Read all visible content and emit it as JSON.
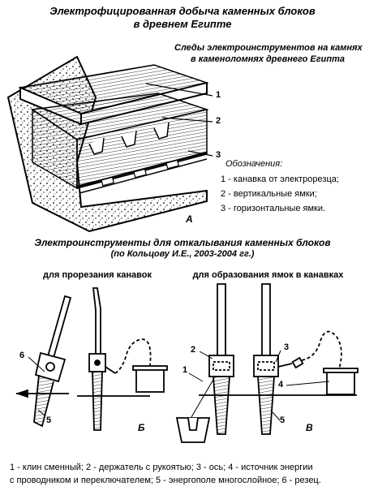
{
  "title_line1": "Электрофицированная добыча каменных блоков",
  "title_line2": "в древнем Египте",
  "figA": {
    "caption_line1": "Следы электроинструментов на камнях",
    "caption_line2": "в каменоломнях древнего Египта",
    "callouts": [
      "1",
      "2",
      "3"
    ],
    "legend_title": "Обозначения:",
    "legend_items": [
      "1 - канавка от электрорезца;",
      "2 - вертикальные ямки;",
      "3 - горизонтальные ямки."
    ],
    "letter": "А"
  },
  "section2": {
    "title": "Электроинструменты для откалывания каменных блоков",
    "subtitle": "(по Кольцову И.Е., 2003-2004 гг.)",
    "left_label": "для прорезания канавок",
    "right_label": "для образования ямок в канавках",
    "letter_b": "Б",
    "letter_v": "В",
    "callouts_b": [
      "6",
      "5"
    ],
    "callouts_v": [
      "2",
      "1",
      "3",
      "4",
      "5"
    ]
  },
  "footer_line1": "1 - клин сменный; 2 - держатель с рукоятью; 3 - ось; 4 - источник энергии",
  "footer_line2": "с проводником и переключателем; 5 - энергополе многослойное; 6 - резец."
}
